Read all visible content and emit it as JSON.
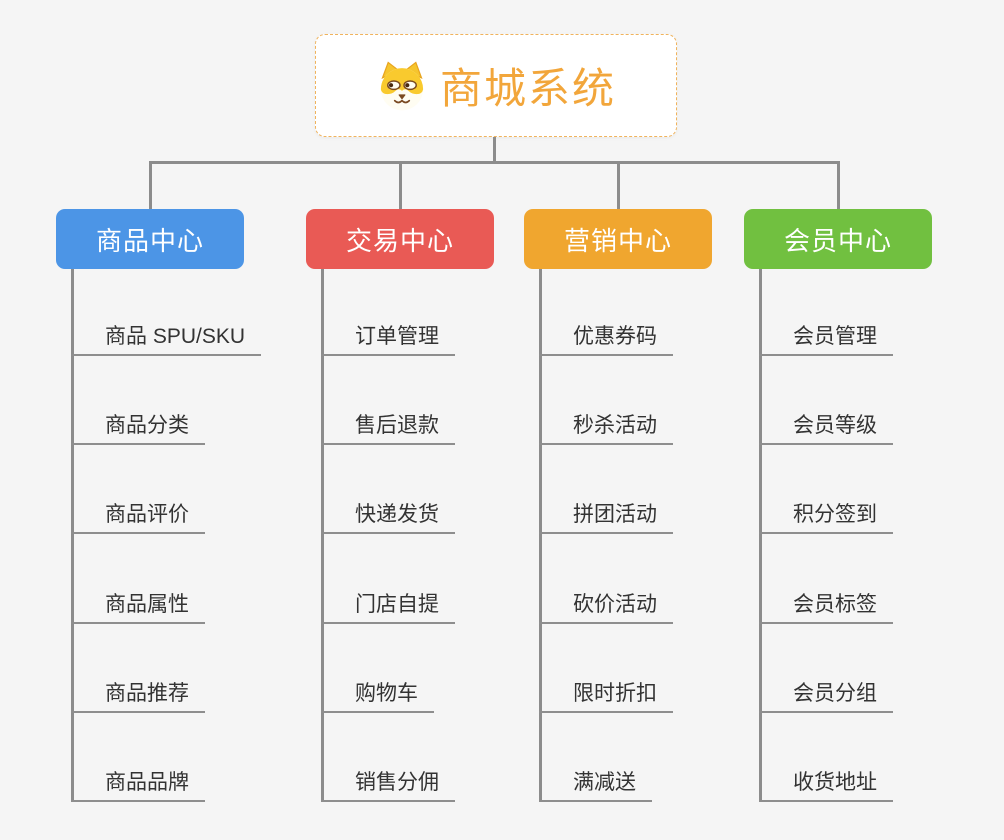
{
  "background_color": "#f5f5f5",
  "connector_color": "#8c8c8c",
  "root": {
    "title": "商城系统",
    "icon": "dog-face-icon",
    "text_color": "#f2a63b",
    "border_color": "#f0b35c"
  },
  "branches": [
    {
      "title": "商品中心",
      "color": "#4c95e6",
      "items": [
        "商品 SPU/SKU",
        "商品分类",
        "商品评价",
        "商品属性",
        "商品推荐",
        "商品品牌"
      ]
    },
    {
      "title": "交易中心",
      "color": "#e95a55",
      "items": [
        "订单管理",
        "售后退款",
        "快递发货",
        "门店自提",
        "购物车",
        "销售分佣"
      ]
    },
    {
      "title": "营销中心",
      "color": "#f0a62f",
      "items": [
        "优惠券码",
        "秒杀活动",
        "拼团活动",
        "砍价活动",
        "限时折扣",
        "满减送"
      ]
    },
    {
      "title": "会员中心",
      "color": "#71c040",
      "items": [
        "会员管理",
        "会员等级",
        "积分签到",
        "会员标签",
        "会员分组",
        "收货地址"
      ]
    }
  ]
}
